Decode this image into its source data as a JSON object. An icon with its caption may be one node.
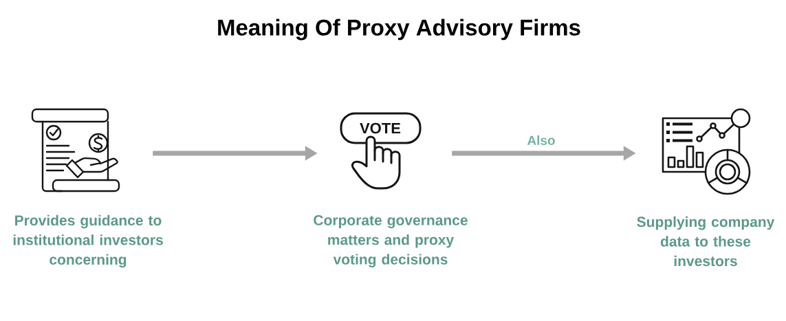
{
  "diagram": {
    "title": "Meaning Of Proxy Advisory Firms",
    "nodes": [
      {
        "text": [],
        "shape": "picture",
        "beside": [
          "Provides guidance to institutional investors concerning"
        ]
      },
      {
        "text": [],
        "shape": "picture",
        "beside": [
          "Corporate governance matters and proxy voting decisions"
        ]
      },
      {
        "text": [],
        "shape": "picture",
        "beside": [
          "Supplying company data to these investors"
        ]
      }
    ],
    "edges": [
      {
        "from": 0,
        "to": 1,
        "arrow": "to"
      },
      {
        "from": 1,
        "to": 2,
        "arrow": "to",
        "label": "Also"
      }
    ],
    "labels": [
      "VOTE"
    ]
  }
}
